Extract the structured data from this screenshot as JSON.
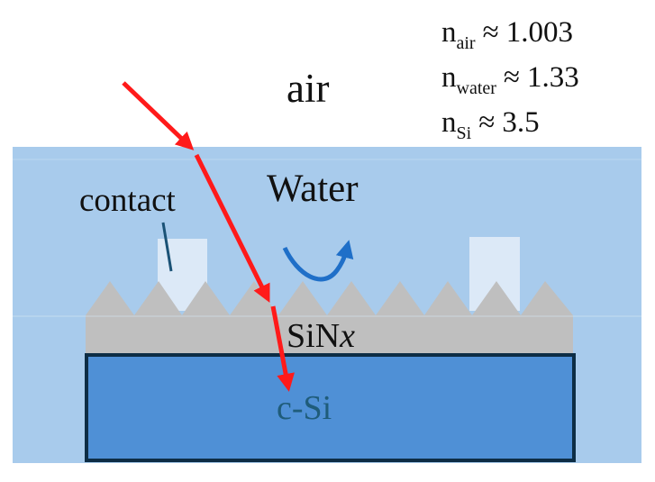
{
  "labels": {
    "air": "air",
    "water": "Water",
    "contact": "contact",
    "sinx_prefix": "SiN",
    "sinx_var": "x",
    "csi": "c-Si"
  },
  "refractive_indices": [
    {
      "symbol": "n",
      "subscript": "air",
      "relation": "≈",
      "value": "1.003"
    },
    {
      "symbol": "n",
      "subscript": "water",
      "relation": "≈",
      "value": "1.33"
    },
    {
      "symbol": "n",
      "subscript": "Si",
      "relation": "≈",
      "value": "3.5"
    }
  ],
  "colors": {
    "background": "#ffffff",
    "water": "#a8cbec",
    "contact": "#dce9f7",
    "sinx": "#bfbfbf",
    "csi_fill": "#4f90d6",
    "csi_border": "#0d2d45",
    "csi_text": "#1f5c7a",
    "ray": "#ff1a1a",
    "flow_arrow": "#1f6fc8",
    "contact_pointer": "#1a5276",
    "text": "#111111"
  }
}
